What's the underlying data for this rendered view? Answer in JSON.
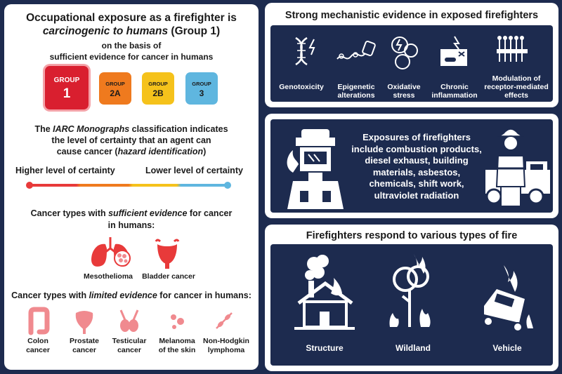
{
  "left": {
    "title_line1": "Occupational exposure as a firefighter is",
    "title_line2": "carcinogenic to humans",
    "title_line2b": " (Group 1)",
    "title_line3": "on the basis of",
    "title_line4": "sufficient evidence for cancer in humans",
    "groups": [
      {
        "top": "GROUP",
        "num": "1",
        "color": "#d91f2f"
      },
      {
        "top": "GROUP",
        "num": "2A",
        "color": "#ef7a1e"
      },
      {
        "top": "GROUP",
        "num": "2B",
        "color": "#f5c21b"
      },
      {
        "top": "GROUP",
        "num": "3",
        "color": "#5fb6df"
      }
    ],
    "classif_1a": "The ",
    "classif_1b": "IARC Monographs",
    "classif_1c": " classification indicates",
    "classif_2": "the level of certainty that an agent can",
    "classif_3a": "cause cancer (",
    "classif_3b": "hazard identification",
    "classif_3c": ")",
    "higher_label": "Higher level of certainty",
    "lower_label": "Lower level of certainty",
    "sufficient_1a": "Cancer types with ",
    "sufficient_1b": "sufficient evidence",
    "sufficient_1c": " for cancer",
    "sufficient_2": "in humans:",
    "sufficient_cancers": [
      "Mesothelioma",
      "Bladder cancer"
    ],
    "limited_a": "Cancer types with ",
    "limited_b": "limited evidence",
    "limited_c": " for cancer in humans:",
    "limited_cancers": [
      {
        "l1": "Colon",
        "l2": "cancer"
      },
      {
        "l1": "Prostate",
        "l2": "cancer"
      },
      {
        "l1": "Testicular",
        "l2": "cancer"
      },
      {
        "l1": "Melanoma",
        "l2": "of the skin"
      },
      {
        "l1": "Non-Hodgkin",
        "l2": "lymphoma"
      }
    ]
  },
  "mechanistic": {
    "title": "Strong mechanistic evidence in exposed firefighters",
    "items": [
      {
        "l1": "Genotoxicity",
        "l2": ""
      },
      {
        "l1": "Epigenetic",
        "l2": "alterations"
      },
      {
        "l1": "Oxidative",
        "l2": "stress"
      },
      {
        "l1": "Chronic",
        "l2": "inflammation"
      },
      {
        "l1": "Modulation of",
        "l2": "receptor-mediated",
        "l3": "effects"
      }
    ]
  },
  "exposures": {
    "lines": [
      "Exposures of firefighters",
      "include combustion products,",
      "diesel exhaust, building",
      "materials, asbestos,",
      "chemicals, shift work,",
      "ultraviolet radiation"
    ]
  },
  "fires": {
    "title": "Firefighters respond to various types of fire",
    "items": [
      "Structure",
      "Wildland",
      "Vehicle"
    ]
  },
  "colors": {
    "navy": "#1d2b4f",
    "pink": "#f08a8f",
    "red": "#d91f2f"
  }
}
